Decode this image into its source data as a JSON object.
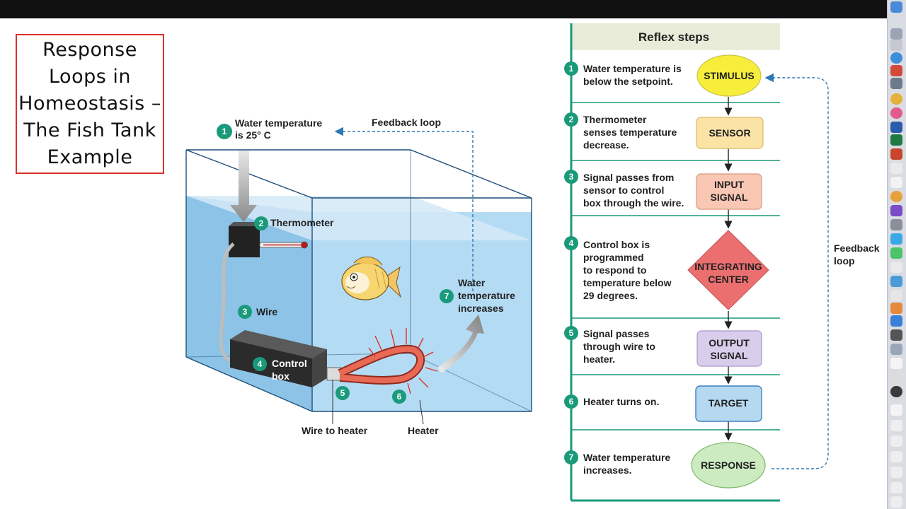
{
  "title_box": {
    "text": "Response Loops in Homeostasis – The Fish Tank Example"
  },
  "tank": {
    "step1": {
      "num": "1",
      "line1": "Water temperature",
      "line2": "is 25° C"
    },
    "feedback_loop": "Feedback loop",
    "step2": {
      "num": "2",
      "label": "Thermometer"
    },
    "step3": {
      "num": "3",
      "label": "Wire"
    },
    "step4": {
      "num": "4",
      "line1": "Control",
      "line2": "box"
    },
    "step5": {
      "num": "5"
    },
    "step6": {
      "num": "6"
    },
    "step7": {
      "num": "7",
      "line1": "Water",
      "line2": "temperature",
      "line3": "increases"
    },
    "wire_to_heater": "Wire to heater",
    "heater": "Heater"
  },
  "reflex": {
    "header": "Reflex steps",
    "feedback": {
      "line1": "Feedback",
      "line2": "loop"
    },
    "steps": [
      {
        "num": "1",
        "lines": [
          "Water temperature is",
          "below the setpoint."
        ],
        "box": [
          "STIMULUS"
        ]
      },
      {
        "num": "2",
        "lines": [
          "Thermometer",
          "senses temperature",
          "decrease."
        ],
        "box": [
          "SENSOR"
        ]
      },
      {
        "num": "3",
        "lines": [
          "Signal passes from",
          "sensor to control",
          "box through the wire."
        ],
        "box": [
          "INPUT",
          "SIGNAL"
        ]
      },
      {
        "num": "4",
        "lines": [
          "Control box is",
          "programmed",
          "to respond to",
          "temperature below",
          "29 degrees."
        ],
        "box": [
          "INTEGRATING",
          "CENTER"
        ]
      },
      {
        "num": "5",
        "lines": [
          "Signal passes",
          "through wire to",
          "heater."
        ],
        "box": [
          "OUTPUT",
          "SIGNAL"
        ]
      },
      {
        "num": "6",
        "lines": [
          "Heater turns on."
        ],
        "box": [
          "TARGET"
        ]
      },
      {
        "num": "7",
        "lines": [
          "Water temperature",
          "increases."
        ],
        "box": [
          "RESPONSE"
        ]
      }
    ]
  },
  "colors": {
    "teal": "#1a9a7a",
    "stimulus": "#f6ee3a",
    "sensor": "#fbe3a6",
    "input": "#f9c7b4",
    "integrating": "#ec6f6f",
    "output": "#d8cdeb",
    "target": "#b5d9f0",
    "response": "#cdebc0",
    "dashed": "#2f78b5"
  }
}
